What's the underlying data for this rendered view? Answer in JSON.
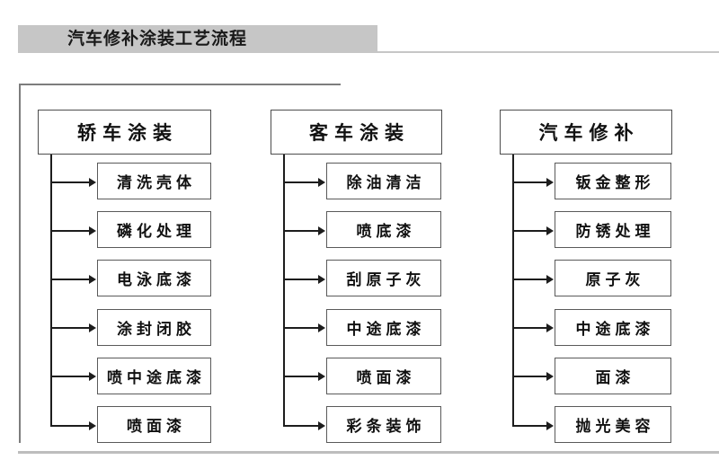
{
  "header": {
    "title": "汽车修补涂装工艺流程",
    "band_color": "#c6c6c6",
    "rule_color": "#bdbdbd"
  },
  "diagram": {
    "line_color": "#1d1d1d",
    "box_border_color": "#5a5a5a",
    "columns": [
      {
        "id": "sedan-painting",
        "title": "轿车涂装",
        "steps": [
          "清洗壳体",
          "磷化处理",
          "电泳底漆",
          "涂封闭胶",
          "喷中途底漆",
          "喷面漆"
        ]
      },
      {
        "id": "bus-painting",
        "title": "客车涂装",
        "steps": [
          "除油清洁",
          "喷底漆",
          "刮原子灰",
          "中途底漆",
          "喷面漆",
          "彩条装饰"
        ]
      },
      {
        "id": "auto-refinish",
        "title": "汽车修补",
        "steps": [
          "钣金整形",
          "防锈处理",
          "原子灰",
          "中途底漆",
          "面漆",
          "抛光美容"
        ]
      }
    ]
  }
}
